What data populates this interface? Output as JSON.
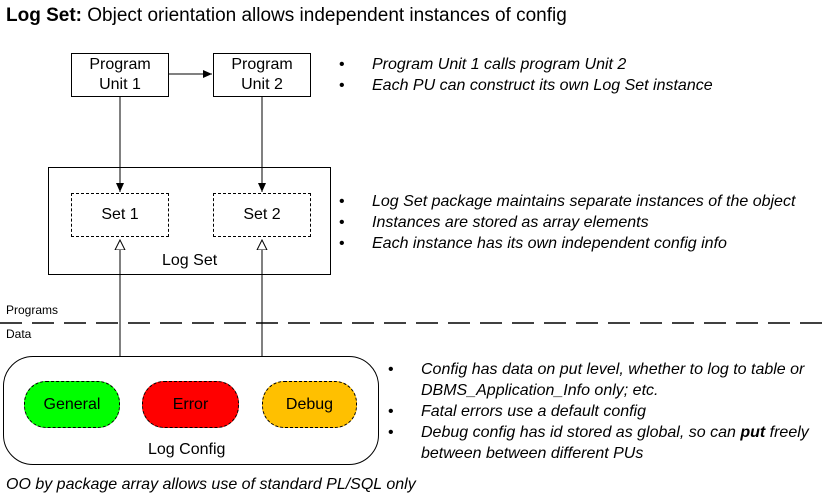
{
  "title": {
    "bold": "Log Set:",
    "rest": "Object orientation allows independent instances of config"
  },
  "program_units": {
    "pu1": [
      "Program",
      "Unit 1"
    ],
    "pu2": [
      "Program",
      "Unit 2"
    ]
  },
  "log_set": {
    "label": "Log Set",
    "set1": "Set 1",
    "set2": "Set 2"
  },
  "divider": {
    "above": "Programs",
    "below": "Data"
  },
  "log_config": {
    "label": "Log Config",
    "general": "General",
    "error": "Error",
    "debug": "Debug"
  },
  "colors": {
    "general": "#00ff00",
    "error": "#ff0000",
    "debug": "#ffc000"
  },
  "bullets_top": [
    "Program Unit 1 calls program Unit 2",
    "Each PU can construct its own Log Set instance"
  ],
  "bullets_mid": [
    "Log Set package maintains separate instances of the object",
    "Instances are stored as array elements",
    "Each instance has its own independent config info"
  ],
  "bullets_bottom": [
    "Config has data on put level, whether to log to table or",
    "Fatal errors use a default config",
    "Debug config has id stored as global, so can",
    "between between different PUs"
  ],
  "bullets_bottom_extra": {
    "cont1": "DBMS_Application_Info only; etc.",
    "put": "put",
    "after_put": "freely"
  },
  "footer": "OO by package array allows use of standard PL/SQL only"
}
